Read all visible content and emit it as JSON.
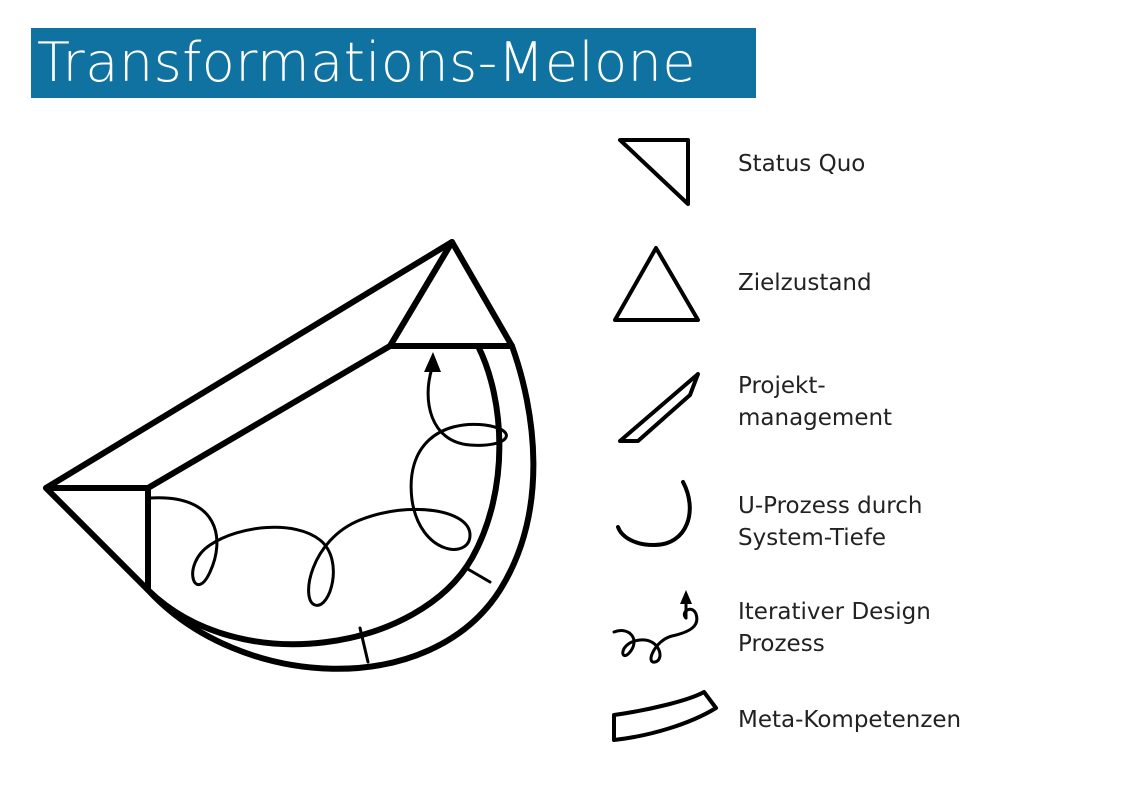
{
  "title": "Transformations-Melone",
  "colors": {
    "title_background": "#0f72a0",
    "title_text": "#ffffff",
    "stroke": "#000000",
    "text": "#222222"
  },
  "legend": {
    "status_quo": {
      "icon": "right-triangle-icon",
      "lines": [
        "Status Quo"
      ]
    },
    "zielzustand": {
      "icon": "triangle-icon",
      "lines": [
        "Zielzustand"
      ]
    },
    "projektmanagement": {
      "icon": "parallelogram-strip-icon",
      "lines": [
        "Projekt-",
        "management"
      ]
    },
    "u_prozess": {
      "icon": "u-arc-icon",
      "lines": [
        "U-Prozess durch",
        "System-Tiefe"
      ]
    },
    "iterativer": {
      "icon": "loop-arrow-icon",
      "lines": [
        "Iterativer Design",
        "Prozess"
      ]
    },
    "meta": {
      "icon": "curved-band-icon",
      "lines": [
        "Meta-Kompetenzen"
      ]
    }
  }
}
